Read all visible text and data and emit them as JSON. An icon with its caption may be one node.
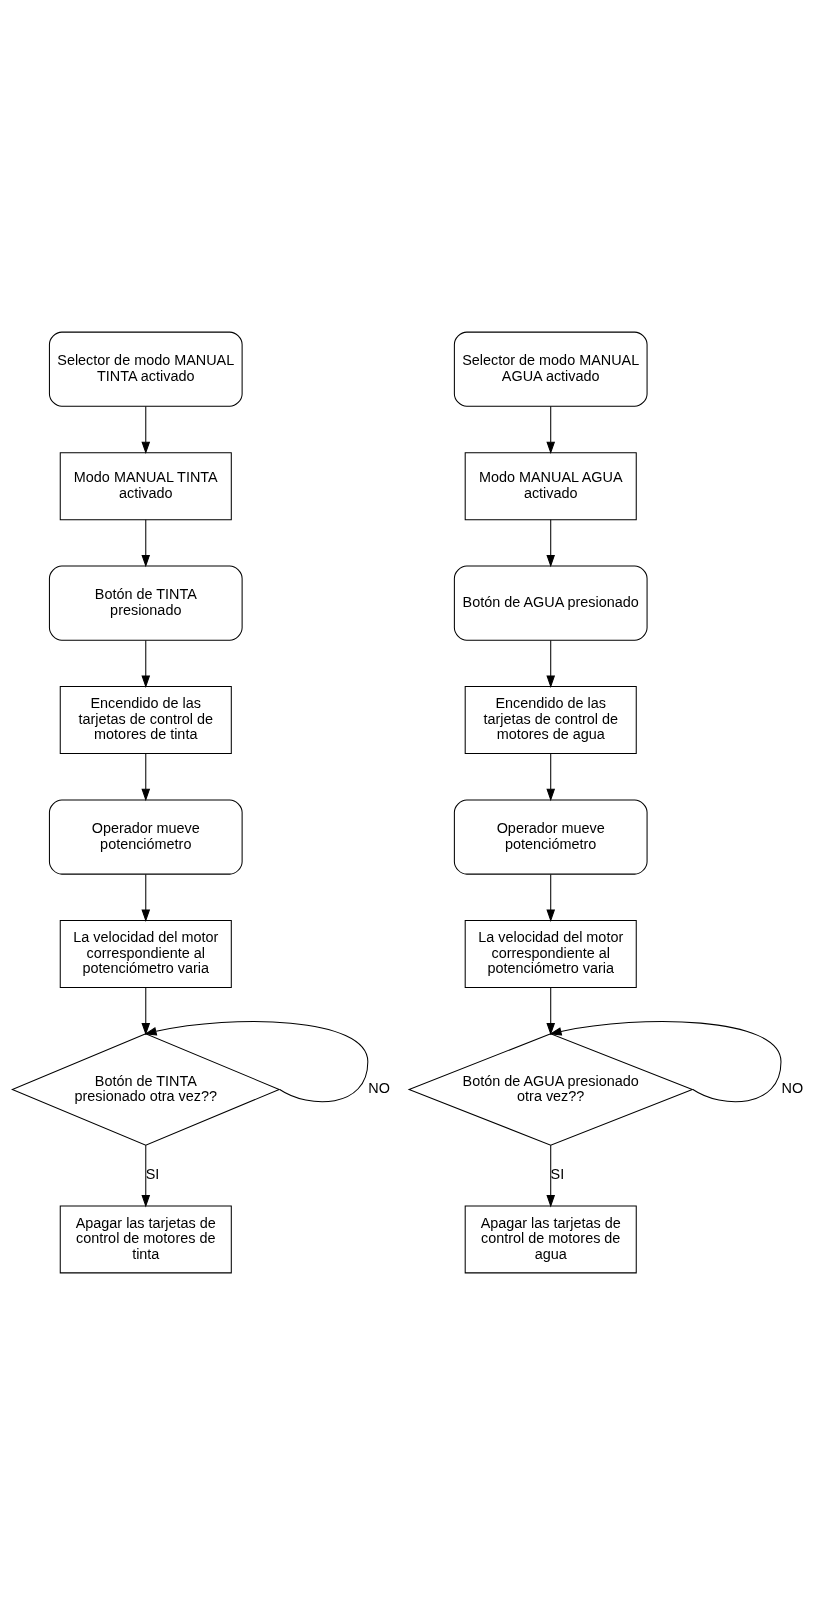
{
  "diagram": {
    "nodes": [
      {
        "text": [
          "Selector de modo MANUAL TINTA activado"
        ]
      },
      {
        "text": [
          "Modo MANUAL TINTA activado"
        ]
      },
      {
        "text": [
          "Botón de TINTA presionado"
        ]
      },
      {
        "text": [
          "Encendido de las tarjetas de control de motores de tinta"
        ]
      },
      {
        "text": [
          "Operador mueve potenciómetro"
        ]
      },
      {
        "text": [
          "La velocidad del motor correspondiente al potenciómetro varia"
        ]
      },
      {
        "text": [
          "Botón de TINTA presionado otra vez??"
        ]
      },
      {
        "text": [
          "Apagar las tarjetas de control de motores de tinta"
        ]
      },
      {
        "text": [
          "Selector de modo MANUAL AGUA activado"
        ]
      },
      {
        "text": [
          "Modo MANUAL AGUA activado"
        ]
      },
      {
        "text": [
          "Botón de AGUA presionado"
        ]
      },
      {
        "text": [
          "Encendido de las tarjetas de control de motores de agua"
        ]
      },
      {
        "text": [
          "Operador mueve potenciómetro"
        ]
      },
      {
        "text": [
          "La velocidad del motor correspondiente al potenciómetro varia"
        ]
      },
      {
        "text": [
          "Botón de AGUA presionado otra vez??"
        ]
      },
      {
        "text": [
          "Apagar las tarjetas de control de motores de agua"
        ]
      }
    ],
    "edges": [
      {
        "from": 0,
        "to": 1,
        "arrow": "to"
      },
      {
        "from": 1,
        "to": 2,
        "arrow": "to"
      },
      {
        "from": 2,
        "to": 3,
        "arrow": "to"
      },
      {
        "from": 3,
        "to": 4,
        "arrow": "to"
      },
      {
        "from": 4,
        "to": 5,
        "arrow": "to"
      },
      {
        "from": 5,
        "to": 6,
        "arrow": "to"
      },
      {
        "from": 6,
        "to": 6,
        "arrow": "to",
        "label": "NO"
      },
      {
        "from": 6,
        "to": 7,
        "arrow": "to",
        "label": "SI"
      },
      {
        "from": 8,
        "to": 9,
        "arrow": "to"
      },
      {
        "from": 9,
        "to": 10,
        "arrow": "to"
      },
      {
        "from": 10,
        "to": 11,
        "arrow": "to"
      },
      {
        "from": 11,
        "to": 12,
        "arrow": "to"
      },
      {
        "from": 12,
        "to": 13,
        "arrow": "to"
      },
      {
        "from": 13,
        "to": 14,
        "arrow": "to"
      },
      {
        "from": 14,
        "to": 14,
        "arrow": "to",
        "label": "NO"
      },
      {
        "from": 14,
        "to": 15,
        "arrow": "to",
        "label": "SI"
      }
    ]
  }
}
